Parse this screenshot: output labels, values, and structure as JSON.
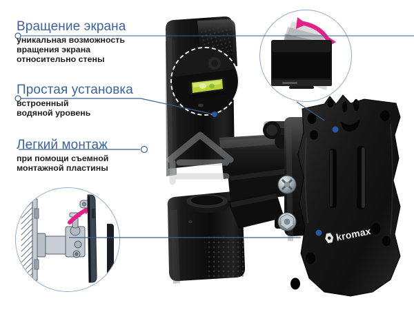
{
  "page": {
    "background": "#ffffff",
    "accent_blue": "#3d6295",
    "line_blue": "#3b5f92",
    "dot_blue": "#2b56a6",
    "arrow_magenta": "#e2218a",
    "product_black": "#141414",
    "level_green": "#bcd640"
  },
  "callouts": [
    {
      "id": "rotation",
      "title": "Вращение экрана",
      "body": "уникальная возможность\nвращения экрана\nотносительно стены",
      "marker": "open-circle"
    },
    {
      "id": "installation",
      "title": "Простая установка",
      "body": "встроенный\nводяной уровень",
      "marker": "open-circle"
    },
    {
      "id": "mounting",
      "title": "Легкий монтаж",
      "body": "при помощи съемной\nмонтажной пластины",
      "marker": "open-circle"
    }
  ],
  "insets": [
    {
      "id": "inset-rotation",
      "name": "screen-rotation-illustration",
      "shape": "circle",
      "contains": "tv-panel-with-rotation-arrow"
    },
    {
      "id": "inset-level",
      "name": "bubble-level-magnifier",
      "shape": "dashed-circle",
      "contains": "built-in-spirit-level"
    },
    {
      "id": "inset-plate",
      "name": "removable-plate-illustration",
      "shape": "circle",
      "contains": "wall-bracket-and-tv-profile-diagram"
    }
  ],
  "product": {
    "name": "articulating-tv-wall-mount",
    "brand": "kromax",
    "plate_label": "kromax"
  }
}
